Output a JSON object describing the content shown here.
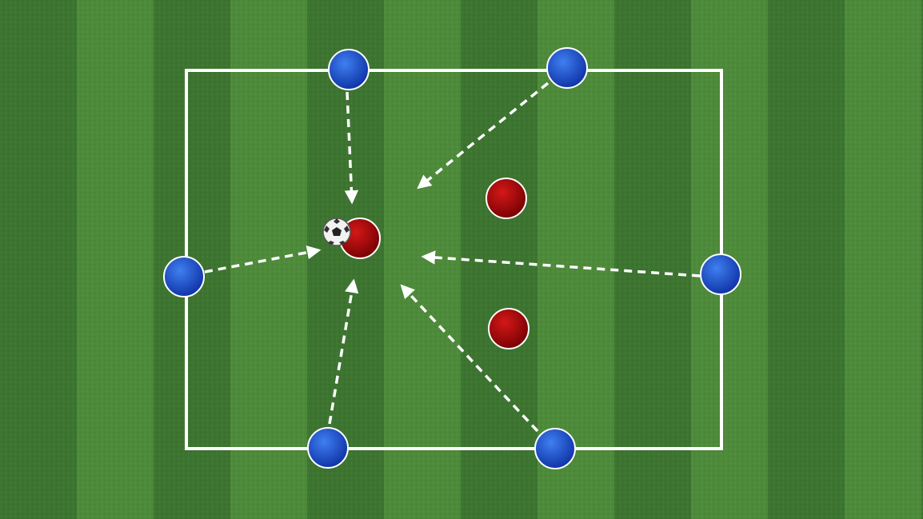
{
  "colors": {
    "grass_light": "#4d8a3a",
    "grass_dark": "#3c7430",
    "line": "#ffffff",
    "attacker": "#1f5fd6",
    "defender": "#b3080c",
    "arrow": "#ffffff"
  },
  "players": {
    "attackers": [
      {
        "role": "attacker",
        "icon": "blue-player-icon"
      },
      {
        "role": "attacker",
        "icon": "blue-player-icon"
      },
      {
        "role": "attacker",
        "icon": "blue-player-icon"
      },
      {
        "role": "attacker",
        "icon": "blue-player-icon"
      },
      {
        "role": "attacker",
        "icon": "blue-player-icon"
      },
      {
        "role": "attacker",
        "icon": "blue-player-icon"
      }
    ],
    "defenders": [
      {
        "role": "defender",
        "icon": "red-player-icon"
      },
      {
        "role": "defender",
        "icon": "red-player-icon"
      },
      {
        "role": "defender",
        "icon": "red-player-icon"
      }
    ]
  },
  "ball": {
    "icon": "soccer-ball-icon"
  },
  "passes": {
    "count": 6,
    "style": "dashed"
  }
}
